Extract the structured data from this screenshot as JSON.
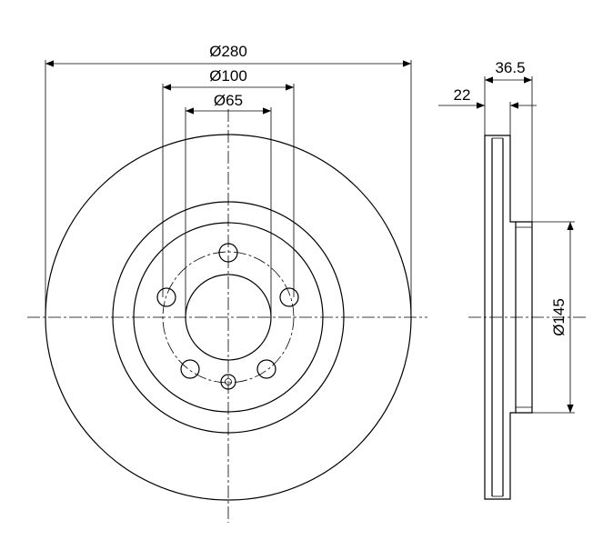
{
  "dimensions": {
    "outer_diameter": "Ø280",
    "bolt_circle_diameter": "Ø100",
    "center_bore_diameter": "Ø65",
    "overall_thickness": "36.5",
    "disc_thickness": "22",
    "hat_diameter": "Ø145"
  },
  "colors": {
    "line": "#000000",
    "background": "#ffffff"
  }
}
